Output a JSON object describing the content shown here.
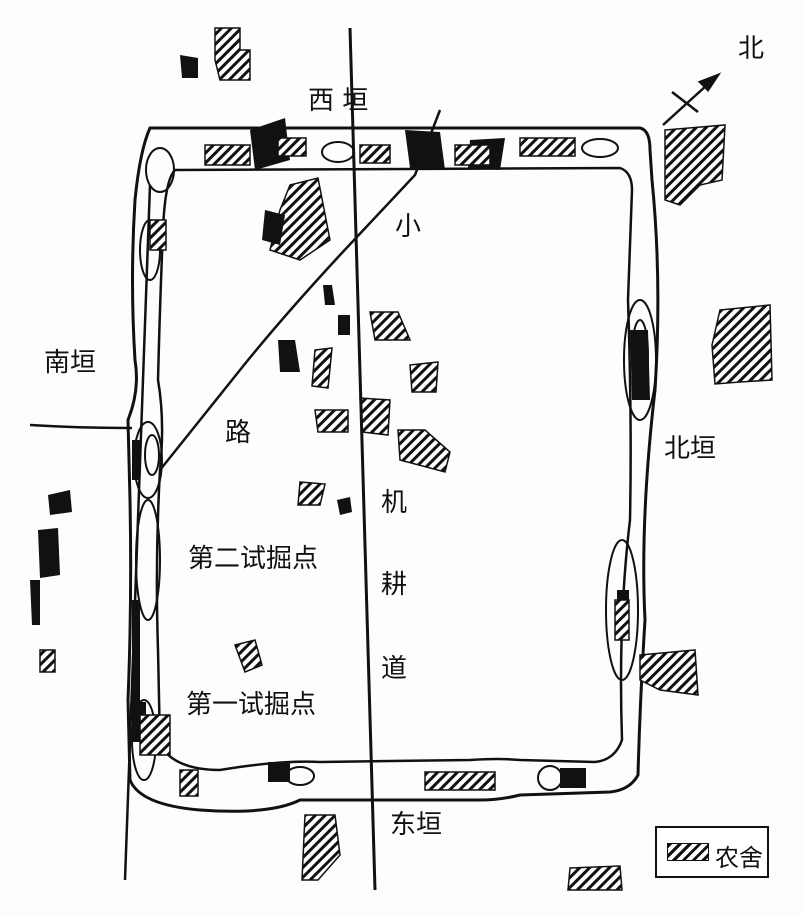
{
  "north_label": "北",
  "walls": {
    "west": "西 垣",
    "north": "北垣",
    "south": "南垣",
    "east": "东垣"
  },
  "roads": {
    "small_road": [
      "小",
      "路"
    ],
    "machine_road": [
      "机",
      "耕",
      "道"
    ]
  },
  "excavation_points": {
    "second": "第二试掘点",
    "first": "第一试掘点"
  },
  "legend": {
    "farmhouse_label": "农舍"
  }
}
